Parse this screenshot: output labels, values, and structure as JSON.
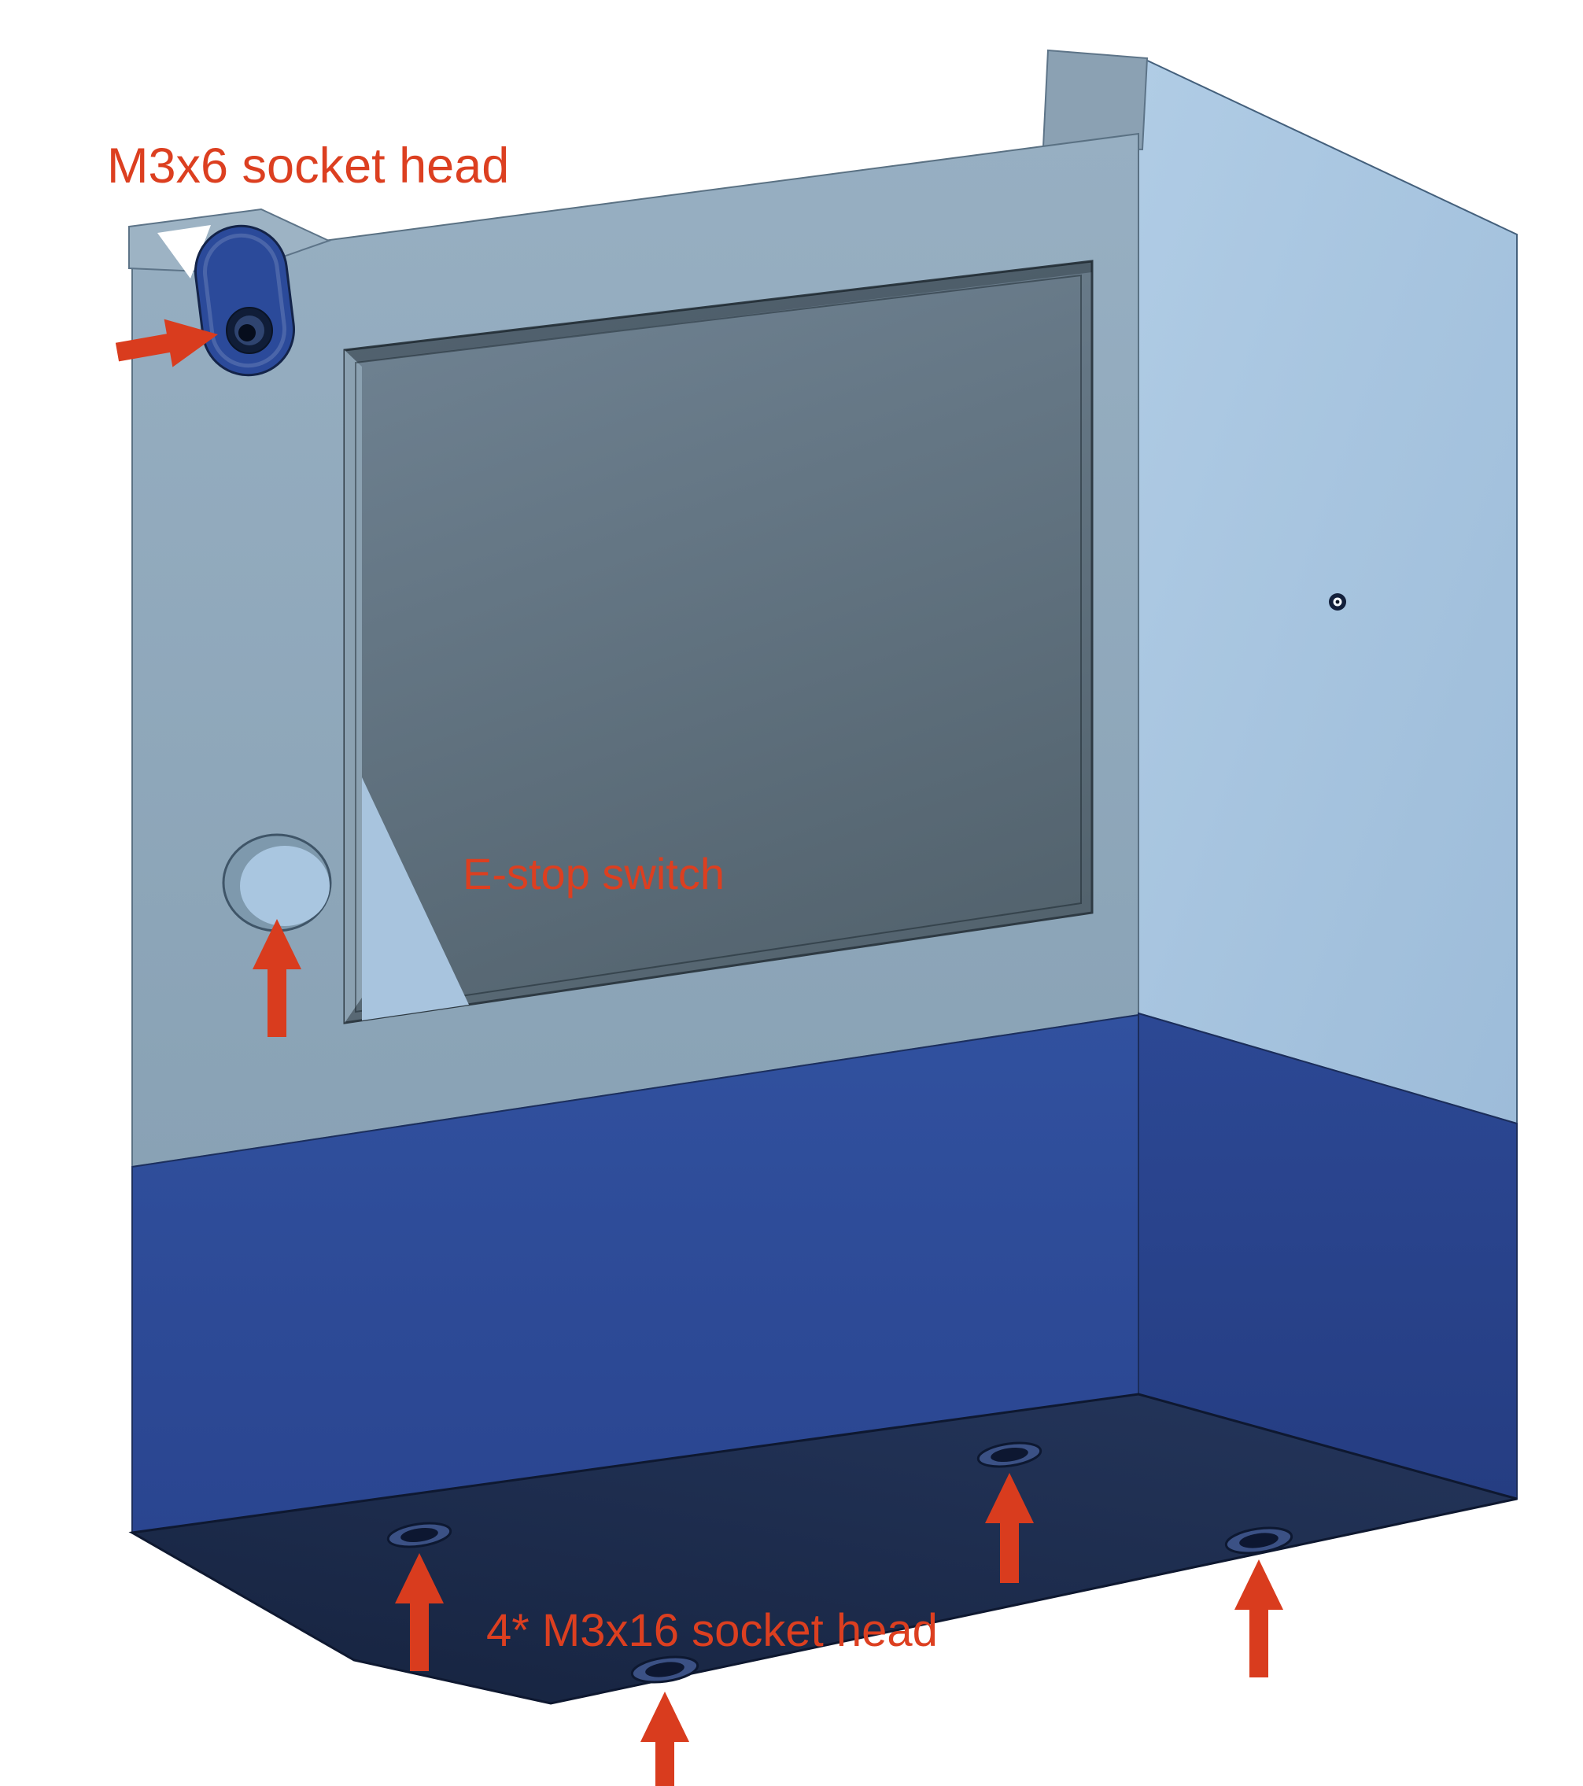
{
  "diagram": {
    "kind": "cad-assembly-annotation",
    "background": "#ffffff",
    "labels": {
      "top_screw": "M3x6 socket head",
      "estop": "E-stop switch",
      "bottom_screws": "4* M3x16 socket head"
    },
    "colors": {
      "annotation_red": "#dc3f20",
      "front_face": "#8fa8bb",
      "right_face": "#a7c5e1",
      "band_blue_front": "#2d4b9b",
      "band_blue_right": "#283f87",
      "bottom_navy": "#1b2a4d",
      "recess_gray": "#5f717d",
      "slot_blue": "#2b4a9a",
      "reflection_blue": "#a8c4de"
    }
  }
}
